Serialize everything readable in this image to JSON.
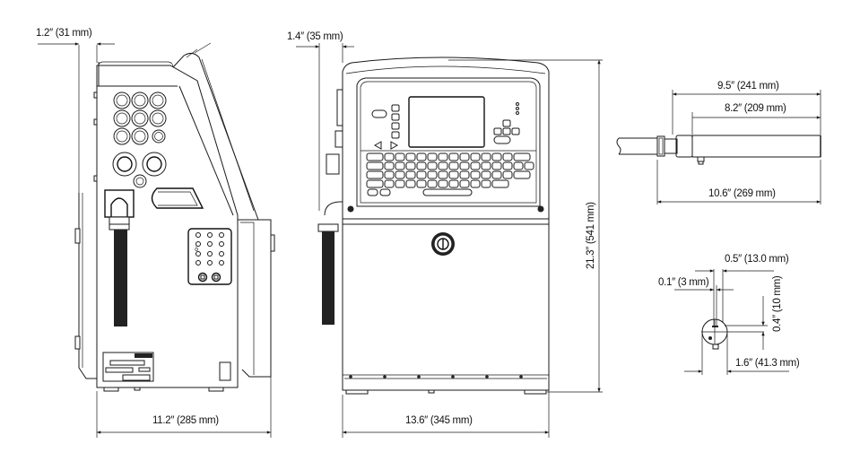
{
  "figure": {
    "side_view": {
      "panel_offset": "1.2″ (31 mm)",
      "depth": "11.2″ (285 mm)"
    },
    "front_view": {
      "side_offset": "1.4″ (35 mm)",
      "width": "13.6″ (345 mm)",
      "height": "21.3″ (541 mm)"
    },
    "printhead_side": {
      "length_to_collar": "9.5″ (241 mm)",
      "body_length": "8.2″ (209 mm)",
      "overall_length": "10.6″ (269 mm)"
    },
    "printhead_end": {
      "offset_large": "0.5″ (13.0 mm)",
      "offset_small": "0.1″ (3 mm)",
      "vertical_offset": "0.4″ (10 mm)",
      "diameter": "1.6″ (41.3 mm)"
    }
  },
  "colors": {
    "line": "#1a1a1a",
    "background": "#ffffff"
  }
}
